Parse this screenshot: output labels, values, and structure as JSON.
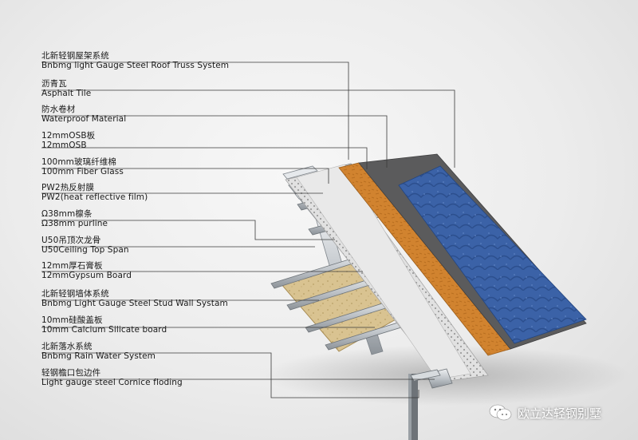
{
  "labels": [
    {
      "zh": "北新轻钢屋架系统",
      "en": "Bnbmg light Gauge Steel Roof Truss System"
    },
    {
      "zh": "沥青瓦",
      "en": "Asphalt Tile"
    },
    {
      "zh": "防水卷材",
      "en": "Waterproof Material"
    },
    {
      "zh": "12mmOSB板",
      "en": "12mmOSB"
    },
    {
      "zh": "100mm玻璃纤维棉",
      "en": "100mm Fiber Glass"
    },
    {
      "zh": "PW2热反射膜",
      "en": "PW2(heat reflective film)"
    },
    {
      "zh": "Ω38mm檩条",
      "en": "Ω38mm purline"
    },
    {
      "zh": "U50吊顶次龙骨",
      "en": "U50Ceiling Top Span"
    },
    {
      "zh": "12mm厚石膏板",
      "en": "12mmGypsum Board"
    },
    {
      "zh": "北新轻钢墙体系统",
      "en": "Bnbmg Light Gauge Steel Stud Wall Systam"
    },
    {
      "zh": "10mm硅酸盖板",
      "en": "10mm Calcium Silicate board"
    },
    {
      "zh": "北新落水系统",
      "en": "Bnbmg Rain Water System"
    },
    {
      "zh": "轻钢檐口包边件",
      "en": "Light gauge steel Cornice floding"
    }
  ],
  "watermark": {
    "text": "欧立达轻钢别墅",
    "icon": "wechat-icon"
  },
  "colors": {
    "tile": "#3a62a8",
    "membrane": "#5a5a5a",
    "osb": "#d0822f",
    "fiberglass": "#dcdcdc",
    "gypsum": "#d6c08c",
    "steel": "#c4c8cc"
  }
}
